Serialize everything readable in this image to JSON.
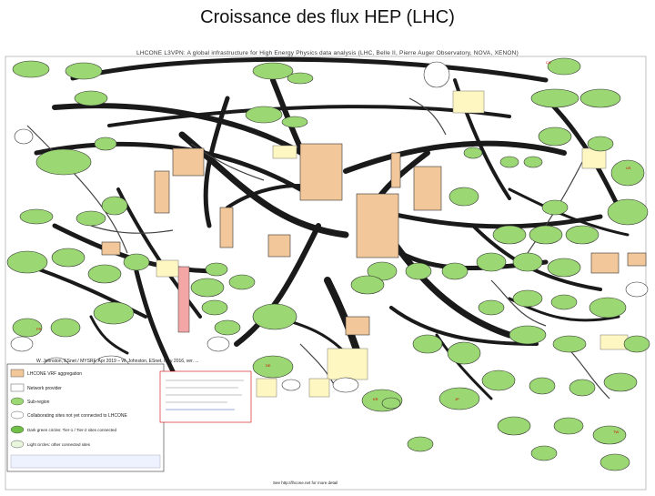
{
  "slide": {
    "title": "Croissance des flux HEP (LHC)",
    "subtitle": "LHCONE L3VPN: A global infrastructure for High Energy Physics data analysis (LHC, Belle II, Pierre Auger Observatory, NOVA, XENON)"
  },
  "colors": {
    "link": "#222222",
    "site_node": "#9bd873",
    "site_node_dark": "#6fbf48",
    "network_box": "#f2c89b",
    "label_box": "#fff3a8",
    "pink_bar": "#f4a6a6",
    "red_text": "#cc0000"
  },
  "legend": {
    "date_line": "W. Johnston, ESnet / MYSRF, Apr 2019 – W. Johnston, ESnet, May 2016, ver. ...",
    "lhcone_vrf": "LHCONE VRF aggregation",
    "network_provider": "Network provider",
    "sub_region": "Sub-region",
    "collaborating": "Collaborating sites not yet connected to LHCONE",
    "ports_note": "Dark green circles: Tier-1 / Tier-2 sites connected",
    "light_circle_note": "Light circles: other connected sites",
    "pointer_note": "See http://lhcone.net for more detail"
  }
}
